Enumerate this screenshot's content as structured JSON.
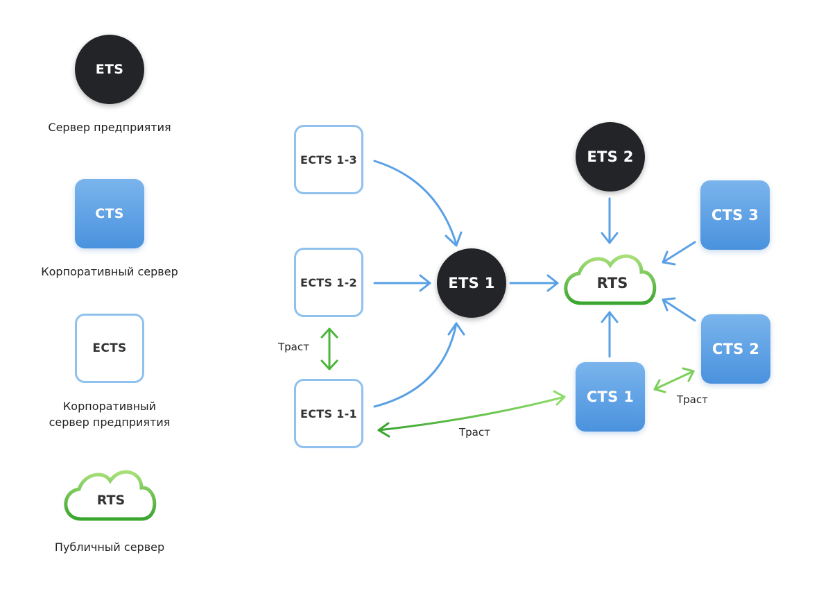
{
  "legend": {
    "ets": {
      "label": "ETS",
      "caption": "Сервер предприятия"
    },
    "cts": {
      "label": "CTS",
      "caption": "Корпоративный сервер"
    },
    "ects": {
      "label": "ECTS",
      "caption_line1": "Корпоративный",
      "caption_line2": "сервер предприятия"
    },
    "rts": {
      "label": "RTS",
      "caption": "Публичный сервер"
    }
  },
  "nodes": {
    "ects_1_3": "ECTS 1-3",
    "ects_1_2": "ECTS 1-2",
    "ects_1_1": "ECTS 1-1",
    "ets_1": "ETS 1",
    "ets_2": "ETS 2",
    "rts": "RTS",
    "cts_1": "CTS 1",
    "cts_2": "CTS 2",
    "cts_3": "CTS 3"
  },
  "edge_labels": {
    "trust_ects": "Траст",
    "trust_ects1_cts1": "Траст",
    "trust_cts1_cts2": "Траст"
  },
  "colors": {
    "ets_fill": "#222428",
    "cts_fill": "#5a9fe4",
    "ects_border": "#8fc1ee",
    "rts_outline": "#5cc04a",
    "arrow_blue": "#5aa0e4",
    "arrow_green": "#4cb53a"
  }
}
